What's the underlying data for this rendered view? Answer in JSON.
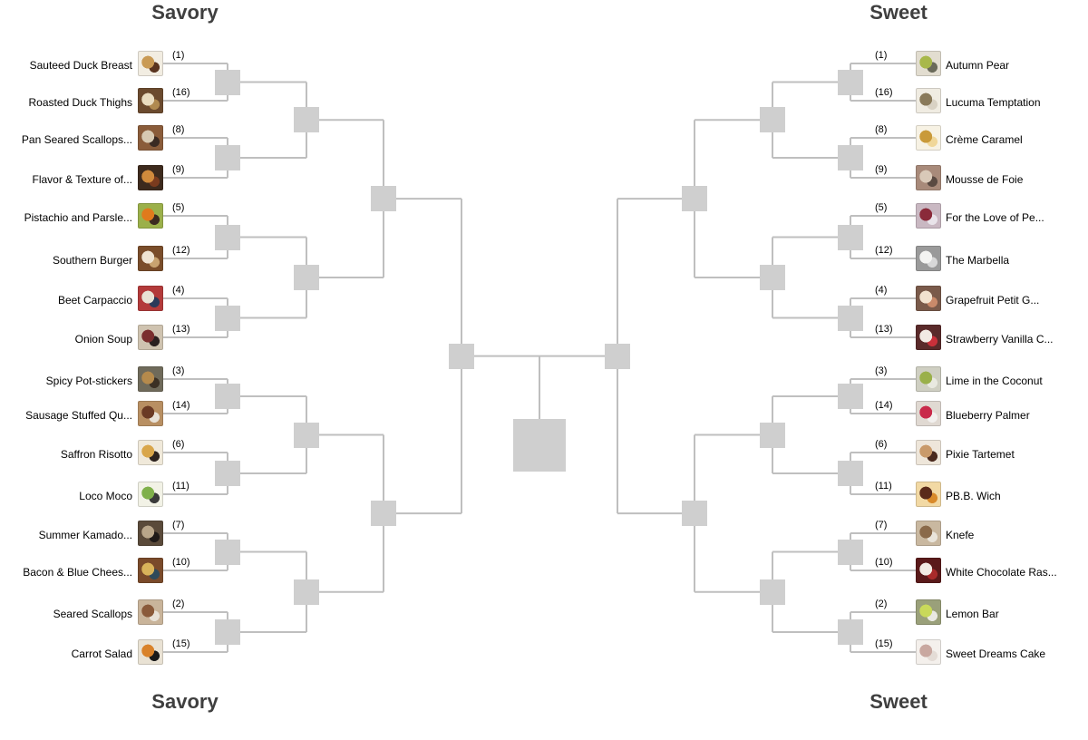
{
  "regions": {
    "left_title": "Savory",
    "right_title": "Sweet"
  },
  "colors": {
    "line": "#bfbfbf",
    "box": "#cfcfcf",
    "title": "#3f3f3f"
  },
  "left_entries": [
    {
      "name": "Sauteed Duck Breast",
      "seed": "(1)",
      "palette": [
        "#5a3420",
        "#c99a55",
        "#f2ede2"
      ]
    },
    {
      "name": "Roasted Duck Thighs",
      "seed": "(16)",
      "palette": [
        "#b08a50",
        "#e9dcc0",
        "#6b4a2e"
      ]
    },
    {
      "name": "Pan Seared Scallops...",
      "seed": "(8)",
      "palette": [
        "#3a2a22",
        "#d7c9b2",
        "#8a5c3a"
      ]
    },
    {
      "name": "Flavor & Texture of...",
      "seed": "(9)",
      "palette": [
        "#7a3b1e",
        "#d08a3c",
        "#3d2a1d"
      ]
    },
    {
      "name": "Pistachio and Parsle...",
      "seed": "(5)",
      "palette": [
        "#3b2a20",
        "#e07a1c",
        "#9bb04a"
      ]
    },
    {
      "name": "Southern Burger",
      "seed": "(12)",
      "palette": [
        "#c8a370",
        "#efe4d2",
        "#7a4d2a"
      ]
    },
    {
      "name": "Beet Carpaccio",
      "seed": "(4)",
      "palette": [
        "#2a3a5a",
        "#e9e3d5",
        "#b33a3a"
      ]
    },
    {
      "name": "Onion Soup",
      "seed": "(13)",
      "palette": [
        "#2a2020",
        "#7a2e2e",
        "#cfc3b0"
      ]
    },
    {
      "name": "Spicy Pot-stickers",
      "seed": "(3)",
      "palette": [
        "#3b3024",
        "#b58a4c",
        "#6f6a5a"
      ]
    },
    {
      "name": "Sausage Stuffed Qu...",
      "seed": "(14)",
      "palette": [
        "#e8e1d6",
        "#6a3a24",
        "#b88f62"
      ]
    },
    {
      "name": "Saffron Risotto",
      "seed": "(6)",
      "palette": [
        "#2e2420",
        "#d9a64a",
        "#f0e9da"
      ]
    },
    {
      "name": "Loco Moco",
      "seed": "(11)",
      "palette": [
        "#3a3a3a",
        "#7fb04a",
        "#f2f2e6"
      ]
    },
    {
      "name": "Summer Kamado...",
      "seed": "(7)",
      "palette": [
        "#1f1a18",
        "#b9a68a",
        "#5a4a3a"
      ]
    },
    {
      "name": "Bacon & Blue Chees...",
      "seed": "(10)",
      "palette": [
        "#2f4a5a",
        "#d9b35a",
        "#7a4a2a"
      ]
    },
    {
      "name": "Seared Scallops",
      "seed": "(2)",
      "palette": [
        "#e8e2d8",
        "#8a5a3a",
        "#c9b49a"
      ]
    },
    {
      "name": "Carrot Salad",
      "seed": "(15)",
      "palette": [
        "#1a1a1a",
        "#d9822a",
        "#e9e2d4"
      ]
    }
  ],
  "right_entries": [
    {
      "name": "Autumn Pear",
      "seed": "(1)",
      "palette": [
        "#6a6a5a",
        "#a8b84a",
        "#e2ddd0"
      ]
    },
    {
      "name": "Lucuma Temptation",
      "seed": "(16)",
      "palette": [
        "#d9d2c4",
        "#8a7a5a",
        "#f0ece2"
      ]
    },
    {
      "name": "Crème Caramel",
      "seed": "(8)",
      "palette": [
        "#f0d79a",
        "#c99a3a",
        "#f7f2e4"
      ]
    },
    {
      "name": "Mousse de Foie",
      "seed": "(9)",
      "palette": [
        "#5a4a42",
        "#d9c9b8",
        "#a88a7a"
      ]
    },
    {
      "name": "For the Love of Pe...",
      "seed": "(5)",
      "palette": [
        "#e9e4ea",
        "#8a2a3a",
        "#c9b8c2"
      ]
    },
    {
      "name": "The Marbella",
      "seed": "(12)",
      "palette": [
        "#d8d8d8",
        "#f4f4f2",
        "#9a9a9a"
      ]
    },
    {
      "name": "Grapefruit Petit G...",
      "seed": "(4)",
      "palette": [
        "#c98a6a",
        "#f2e2cf",
        "#7a5a4a"
      ]
    },
    {
      "name": "Strawberry Vanilla C...",
      "seed": "(13)",
      "palette": [
        "#c9303a",
        "#f2eae4",
        "#5a2a2a"
      ]
    },
    {
      "name": "Lime in the Coconut",
      "seed": "(3)",
      "palette": [
        "#e9e9e0",
        "#9ab04a",
        "#cfcfc2"
      ]
    },
    {
      "name": "Blueberry Palmer",
      "seed": "(14)",
      "palette": [
        "#f2f0ee",
        "#c92a4a",
        "#e0d9d2"
      ]
    },
    {
      "name": "Pixie Tartemet",
      "seed": "(6)",
      "palette": [
        "#4a2a1e",
        "#c99a6a",
        "#eee6da"
      ]
    },
    {
      "name": "PB.B. Wich",
      "seed": "(11)",
      "palette": [
        "#d98a2a",
        "#5a2a1a",
        "#f2d9a4"
      ]
    },
    {
      "name": "Knefe",
      "seed": "(7)",
      "palette": [
        "#e9e4da",
        "#8a6a4a",
        "#c9b8a0"
      ]
    },
    {
      "name": "White Chocolate Ras...",
      "seed": "(10)",
      "palette": [
        "#a82a2a",
        "#f2ece4",
        "#5a1a1a"
      ]
    },
    {
      "name": "Lemon Bar",
      "seed": "(2)",
      "palette": [
        "#e9e9e2",
        "#c9d95a",
        "#9aa07a"
      ]
    },
    {
      "name": "Sweet Dreams Cake",
      "seed": "(15)",
      "palette": [
        "#e4dcd6",
        "#c9a8a0",
        "#f4f0ec"
      ]
    }
  ]
}
